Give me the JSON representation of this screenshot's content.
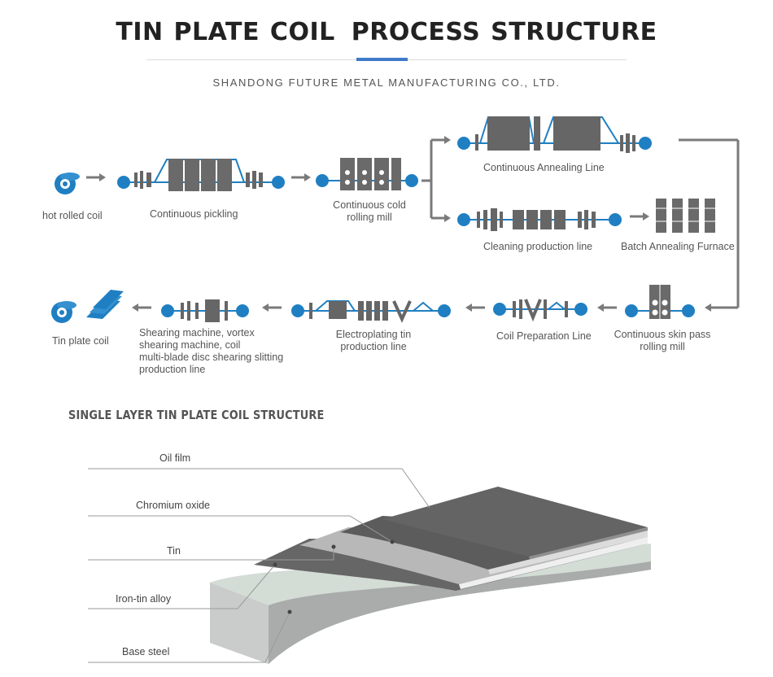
{
  "header": {
    "title_left": "TIN PLATE COIL",
    "title_right": "PROCESS STRUCTURE",
    "subtitle": "SHANDONG FUTURE METAL MANUFACTURING CO., LTD."
  },
  "process": {
    "steps": [
      {
        "id": "hot_rolled",
        "label": "hot rolled coil"
      },
      {
        "id": "pickling",
        "label": "Continuous pickling"
      },
      {
        "id": "cold_rolling",
        "label_l1": "Continuous cold",
        "label_l2": "rolling mill"
      },
      {
        "id": "annealing",
        "label": "Continuous Annealing Line"
      },
      {
        "id": "cleaning",
        "label": "Cleaning production line"
      },
      {
        "id": "batch_annealing",
        "label": "Batch Annealing Furnace"
      },
      {
        "id": "skin_pass",
        "label_l1": "Continuous skin pass",
        "label_l2": "rolling mill"
      },
      {
        "id": "coil_prep",
        "label": "Coil Preparation Line"
      },
      {
        "id": "electroplating",
        "label_l1": "Electroplating tin",
        "label_l2": "production line"
      },
      {
        "id": "shearing",
        "label_l1": "Shearing machine, vortex",
        "label_l2": "shearing machine, coil",
        "label_l3": "multi-blade disc shearing slitting",
        "label_l4": "production line"
      },
      {
        "id": "tin_plate",
        "label": "Tin plate coil"
      }
    ]
  },
  "structure": {
    "title": "SINGLE LAYER TIN PLATE COIL   STRUCTURE",
    "layers": [
      "Oil film",
      "Chromium oxide",
      "Tin",
      "Iron-tin alloy",
      "Base steel"
    ]
  },
  "colors": {
    "accent_blue": "#1f7fc2",
    "equipment_gray": "#5f5f5f",
    "arrow_gray": "#7a7a7a",
    "rule_blue": "#3f7ac8"
  }
}
